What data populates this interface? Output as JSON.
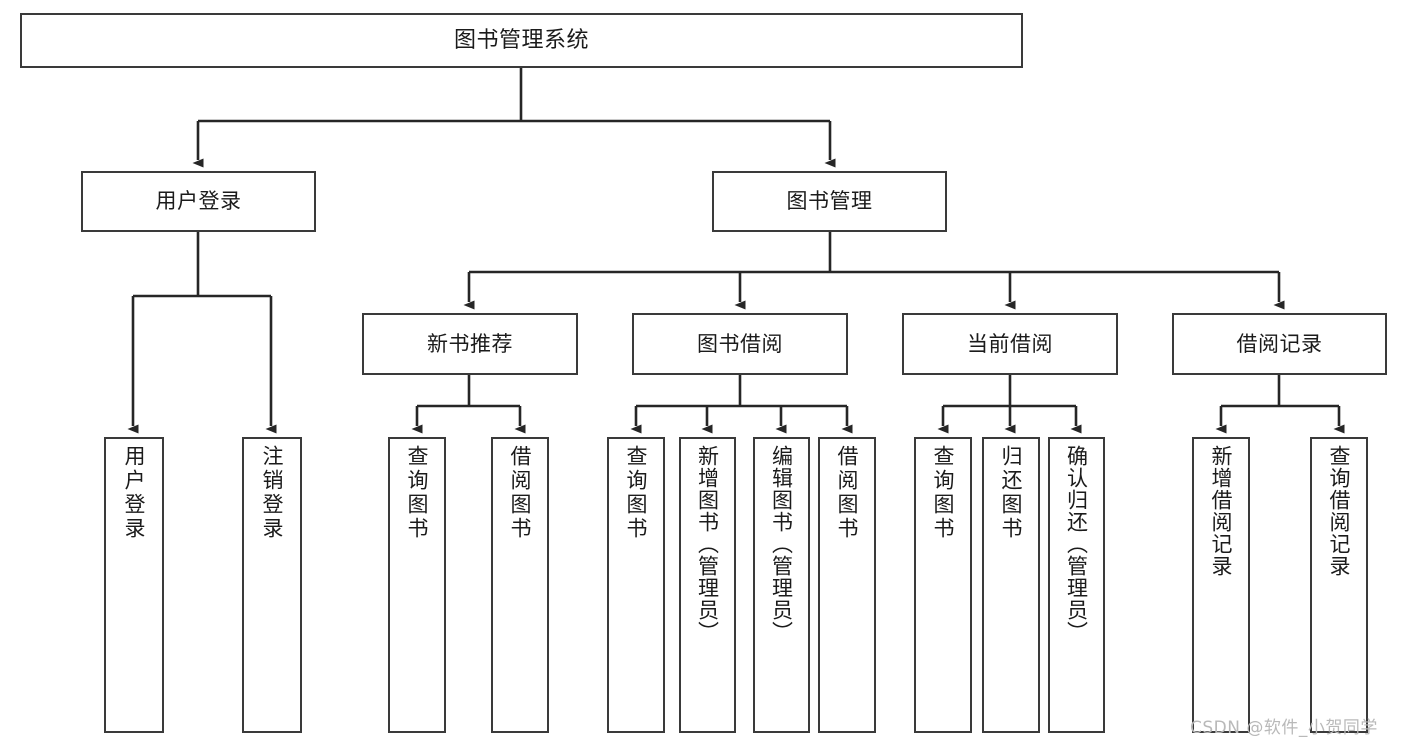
{
  "diagram": {
    "title": "图书管理系统",
    "type": "tree-hierarchy-chart",
    "orientation": "top-down",
    "colors": {
      "box_border": "#3a3a3a",
      "box_fill": "#ffffff",
      "edge": "#262626",
      "text": "#1b1b1b",
      "watermark": "#b9b9b9",
      "background": "#ffffff"
    }
  },
  "root": {
    "label": "图书管理系统"
  },
  "level1": [
    {
      "label": "用户登录"
    },
    {
      "label": "图书管理"
    }
  ],
  "level2": [
    {
      "label": "新书推荐"
    },
    {
      "label": "图书借阅"
    },
    {
      "label": "当前借阅"
    },
    {
      "label": "借阅记录"
    }
  ],
  "leaves": {
    "user_login": [
      {
        "label": "用户登录"
      },
      {
        "label": "注销登录"
      }
    ],
    "new_book_recommend": [
      {
        "label": "查询图书"
      },
      {
        "label": "借阅图书"
      }
    ],
    "book_borrow": [
      {
        "label": "查询图书"
      },
      {
        "label": "新增图书（管理员）"
      },
      {
        "label": "编辑图书（管理员）"
      },
      {
        "label": "借阅图书"
      }
    ],
    "current_borrow": [
      {
        "label": "查询图书"
      },
      {
        "label": "归还图书"
      },
      {
        "label": "确认归还（管理员）"
      }
    ],
    "borrow_record": [
      {
        "label": "新增借阅记录"
      },
      {
        "label": "查询借阅记录"
      }
    ]
  },
  "watermark": {
    "text": "CSDN @软件_小贺同学"
  }
}
